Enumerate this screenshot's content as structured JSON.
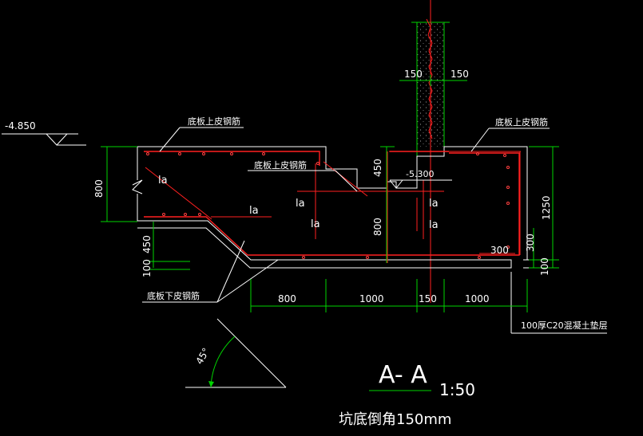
{
  "elevations": {
    "top": "-4.850",
    "mid": "-5.300"
  },
  "labels": {
    "top_rebar_1": "底板上皮钢筋",
    "top_rebar_2": "底板上皮钢筋",
    "top_rebar_3": "底板上皮钢筋",
    "bottom_rebar": "底板下皮钢筋",
    "cushion": "100厚C20混凝土垫层",
    "anchor": "la"
  },
  "dims": {
    "wall_left": "150",
    "wall_right": "150",
    "h_800_left": "800",
    "h_450_left": "450",
    "h_100_left": "100",
    "h_450_mid": "450",
    "h_800_mid": "800",
    "h_1250_right": "1250",
    "h_300_right": "300",
    "h_100_right": "100",
    "h_300_inner": "300",
    "bottom_800": "800",
    "bottom_1000a": "1000",
    "bottom_150": "150",
    "bottom_1000b": "1000"
  },
  "angle": "45°",
  "section": {
    "name": "A- A",
    "scale": "1:50",
    "note": "坑底倒角150mm"
  }
}
